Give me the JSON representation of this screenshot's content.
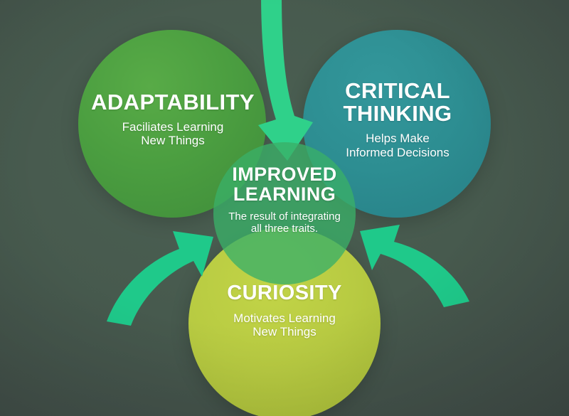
{
  "background": {
    "color": "#45584d",
    "color_edge": "#3a4542"
  },
  "diagram": {
    "type": "venn-three-circle",
    "arrow_color": "#2fd18a",
    "nodes": [
      {
        "id": "adaptability",
        "title": "ADAPTABILITY",
        "subtitle": "Faciliates Learning\nNew Things",
        "color": "#4b9e40",
        "position": "top-left"
      },
      {
        "id": "critical-thinking",
        "title": "CRITICAL\nTHINKING",
        "subtitle": "Helps Make\nInformed Decisions",
        "color": "#2d8e92",
        "position": "top-right"
      },
      {
        "id": "curiosity",
        "title": "CURIOSITY",
        "subtitle": "Motivates Learning\nNew Things",
        "color": "#b8cb42",
        "position": "bottom-center"
      },
      {
        "id": "improved-learning",
        "title": "IMPROVED\nLEARNING",
        "subtitle": "The result of integrating\nall three traits.",
        "color": "#3ab068",
        "position": "center"
      }
    ],
    "arrows": [
      {
        "id": "arrow-top",
        "from": "top",
        "to": "center",
        "direction": "down"
      },
      {
        "id": "arrow-left",
        "from": "bottom-left",
        "to": "center",
        "direction": "up-right"
      },
      {
        "id": "arrow-right",
        "from": "bottom-right",
        "to": "center",
        "direction": "up-left"
      }
    ]
  }
}
